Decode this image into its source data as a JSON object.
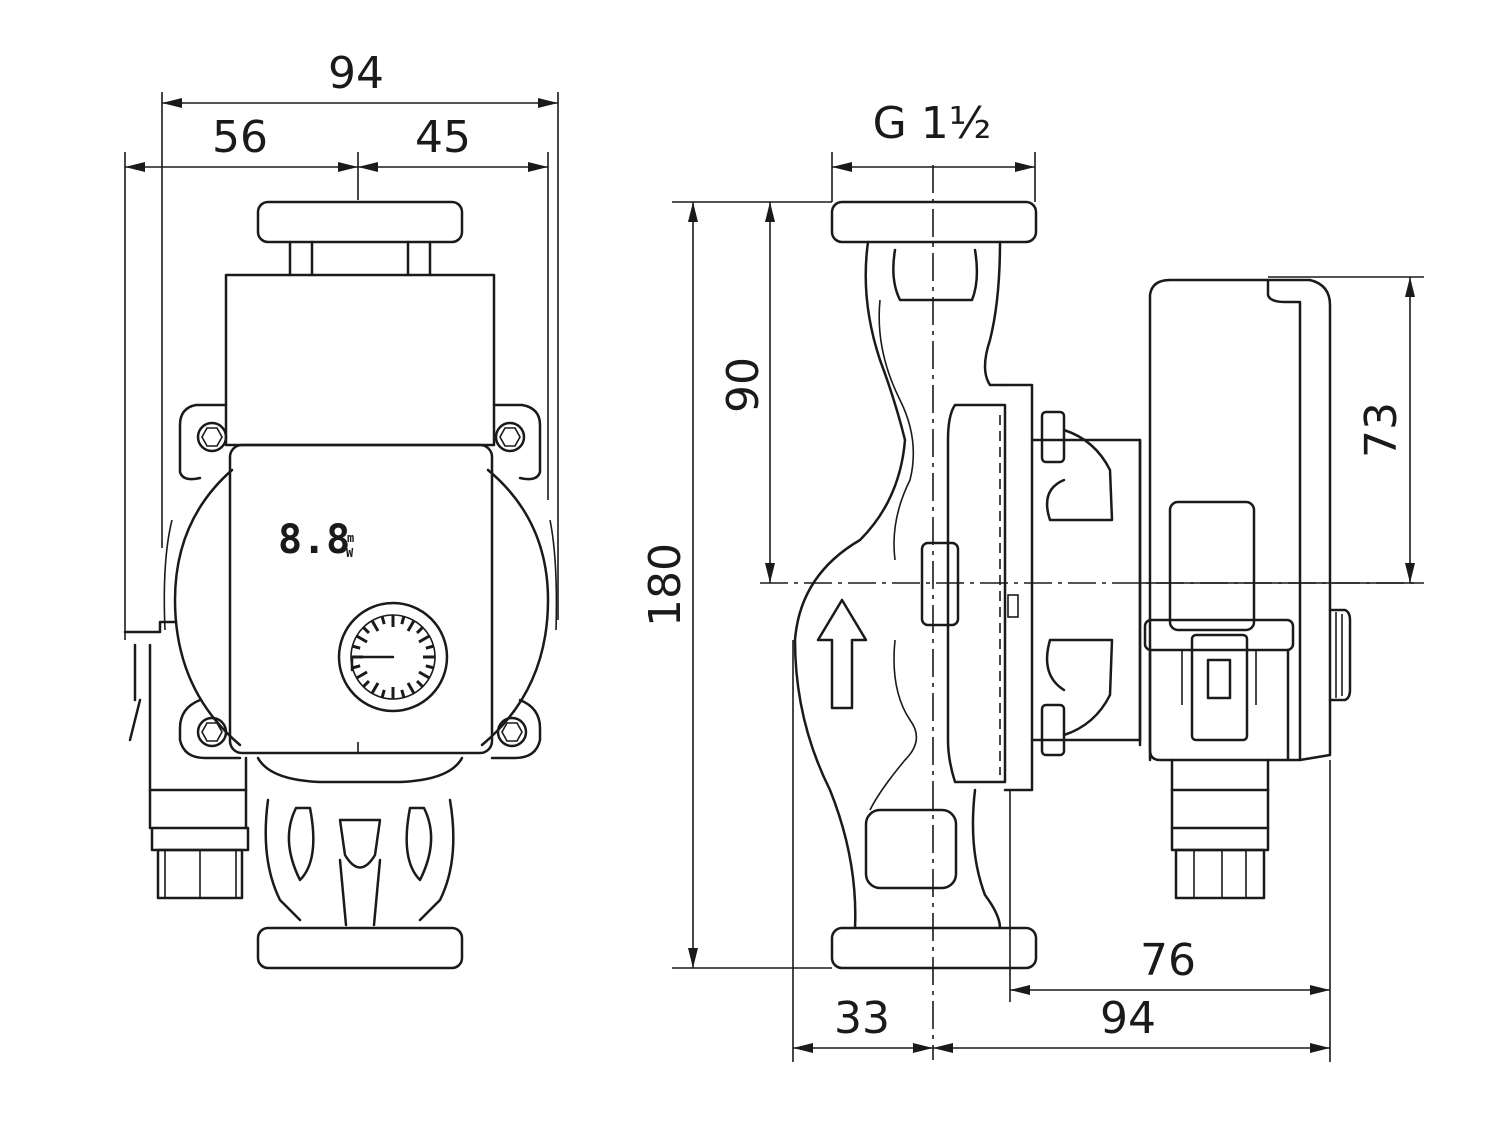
{
  "front_view": {
    "dims": {
      "overall_width": "94",
      "left_part": "56",
      "right_part": "45"
    },
    "display": {
      "digits": "8.8",
      "unit_top": "m",
      "unit_bottom": "W"
    }
  },
  "side_view": {
    "dims": {
      "connection_thread": "G 1½",
      "overall_height": "180",
      "half_height": "90",
      "head_height": "73",
      "motor_depth": "76",
      "depth_from_axis": "94",
      "axis_to_back": "33"
    }
  }
}
